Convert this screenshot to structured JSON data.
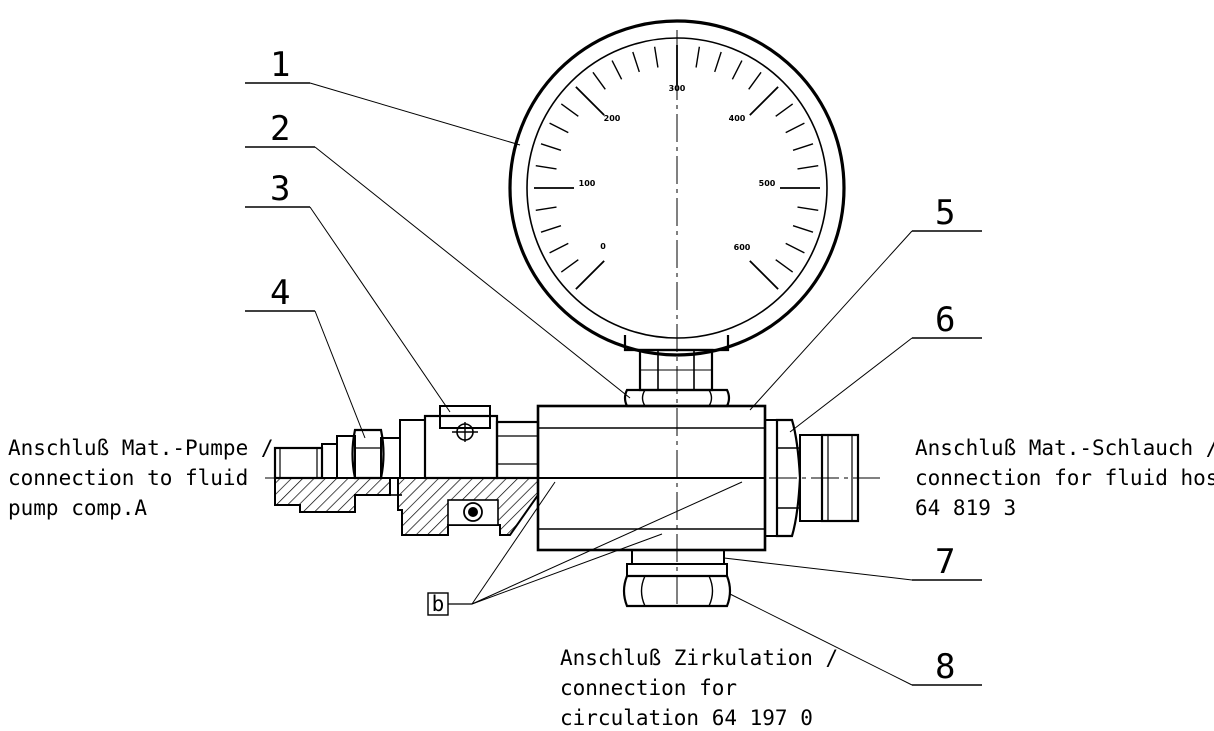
{
  "callouts": [
    "1",
    "2",
    "3",
    "4",
    "5",
    "6",
    "7",
    "8"
  ],
  "marker": "b",
  "gauge": {
    "scale": [
      "0",
      "100",
      "200",
      "300",
      "400",
      "500",
      "600"
    ]
  },
  "connections": {
    "left": [
      "Anschluß Mat.-Pumpe /",
      "connection to fluid",
      "pump comp.A"
    ],
    "right": [
      "Anschluß Mat.-Schlauch /",
      "connection for fluid hose",
      "64 819 3"
    ],
    "bottom": [
      "Anschluß Zirkulation /",
      "connection for",
      "circulation 64 197 0"
    ]
  }
}
